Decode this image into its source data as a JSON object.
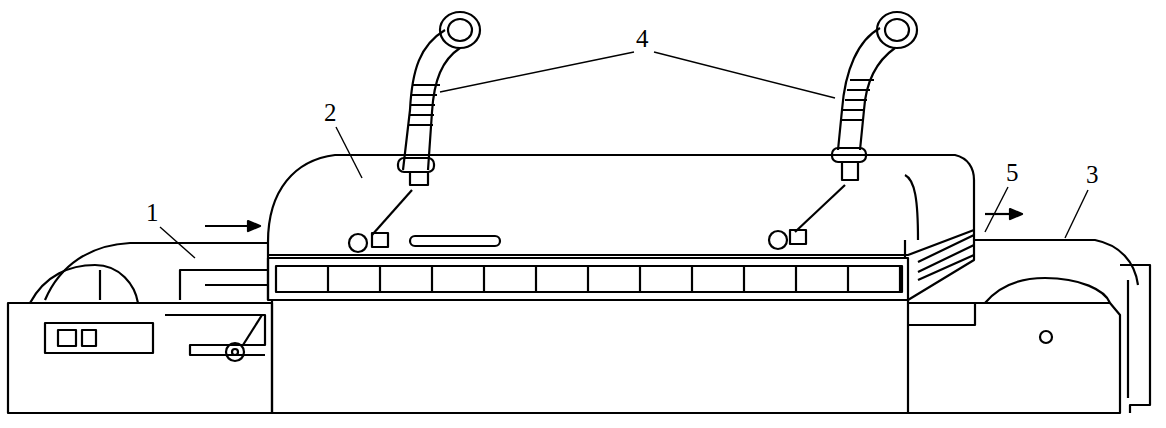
{
  "diagram": {
    "labels": [
      "4",
      "2",
      "1",
      "5",
      "3"
    ]
  }
}
